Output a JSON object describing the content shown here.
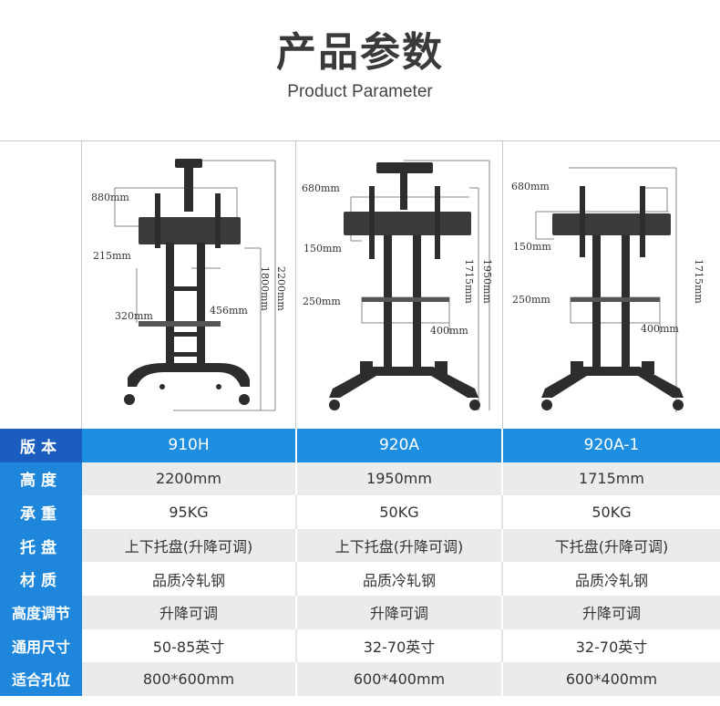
{
  "title": {
    "cn": "产品参数",
    "en": "Product Parameter"
  },
  "products": [
    {
      "dims": [
        "880mm",
        "215mm",
        "320mm",
        "456mm",
        "1800mm",
        "2200mm"
      ]
    },
    {
      "dims": [
        "680mm",
        "150mm",
        "250mm",
        "400mm",
        "1715mm",
        "1950mm"
      ]
    },
    {
      "dims": [
        "680mm",
        "150mm",
        "250mm",
        "400mm",
        "1715mm"
      ]
    }
  ],
  "table": {
    "header": {
      "label": "版本",
      "values": [
        "910H",
        "920A",
        "920A-1"
      ]
    },
    "rows": [
      {
        "label": "高度",
        "values": [
          "2200mm",
          "1950mm",
          "1715mm"
        ]
      },
      {
        "label": "承重",
        "values": [
          "95KG",
          "50KG",
          "50KG"
        ]
      },
      {
        "label": "托盘",
        "values": [
          "上下托盘(升降可调)",
          "上下托盘(升降可调)",
          "下托盘(升降可调)"
        ]
      },
      {
        "label": "材质",
        "values": [
          "品质冷轧钢",
          "品质冷轧钢",
          "品质冷轧钢"
        ]
      },
      {
        "label": "高度调节",
        "values": [
          "升降可调",
          "升降可调",
          "升降可调"
        ]
      },
      {
        "label": "通用尺寸",
        "values": [
          "50-85英寸",
          "32-70英寸",
          "32-70英寸"
        ]
      },
      {
        "label": "适合孔位",
        "values": [
          "800*600mm",
          "600*400mm",
          "600*400mm"
        ]
      }
    ]
  },
  "colors": {
    "header_label": "#1a5dbf",
    "header_row": "#1e8fe0",
    "label_col": "#1e87dc",
    "stripe": "#ebebeb"
  }
}
